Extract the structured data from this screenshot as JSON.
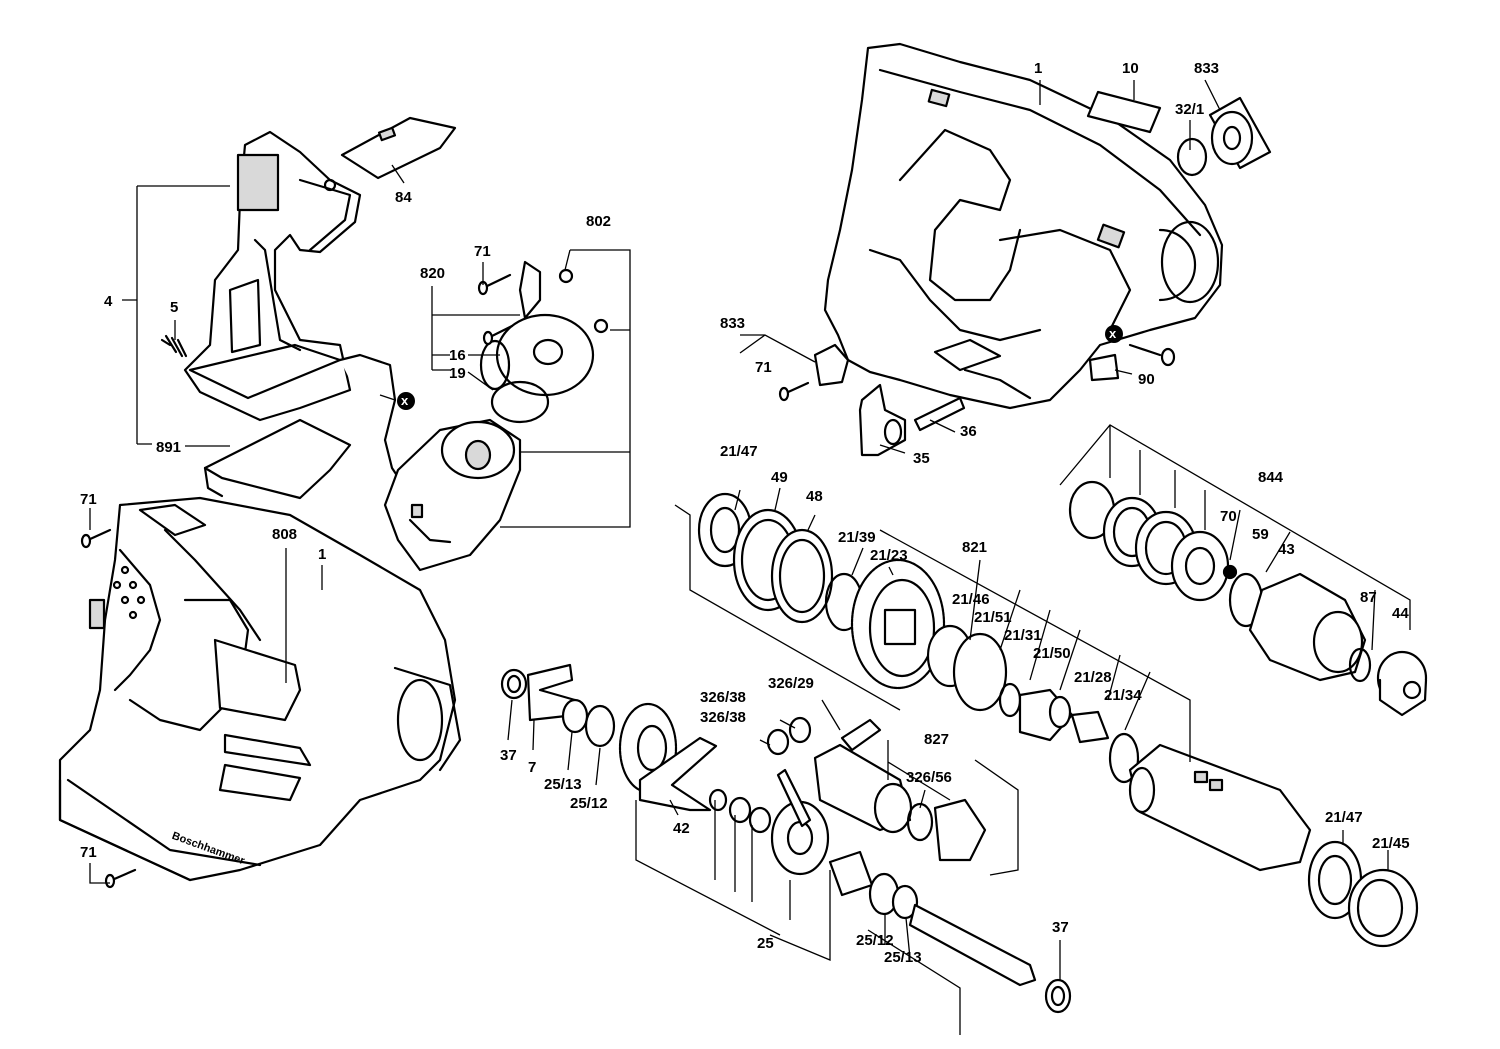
{
  "callouts": {
    "c1_top": "1",
    "c10": "10",
    "c833_top": "833",
    "c32_1": "32/1",
    "c84": "84",
    "c802": "802",
    "c71_a": "71",
    "c820": "820",
    "c4": "4",
    "c5": "5",
    "c16": "16",
    "c19": "19",
    "c891": "891",
    "c833_mid": "833",
    "c71_mid": "71",
    "c90": "90",
    "c36": "36",
    "c35": "35",
    "c71_b": "71",
    "c808": "808",
    "c1_housing": "1",
    "c71_c": "71",
    "c21_47_a": "21/47",
    "c49": "49",
    "c48": "48",
    "c21_39": "21/39",
    "c21_23": "21/23",
    "c821": "821",
    "c21_46": "21/46",
    "c21_51": "21/51",
    "c21_31": "21/31",
    "c21_50": "21/50",
    "c21_28": "21/28",
    "c21_34": "21/34",
    "c844": "844",
    "c70": "70",
    "c59": "59",
    "c43": "43",
    "c87": "87",
    "c44": "44",
    "c37_a": "37",
    "c7": "7",
    "c25_13_a": "25/13",
    "c25_12_a": "25/12",
    "c326_38_a": "326/38",
    "c326_38_b": "326/38",
    "c326_29": "326/29",
    "c42": "42",
    "c827": "827",
    "c326_56": "326/56",
    "c25": "25",
    "c25_12_b": "25/12",
    "c25_13_b": "25/13",
    "c37_b": "37",
    "c21_47_b": "21/47",
    "c21_45": "21/45",
    "marker_x_1": "x",
    "marker_x_2": "x",
    "brand_text": "Boschhammer"
  }
}
